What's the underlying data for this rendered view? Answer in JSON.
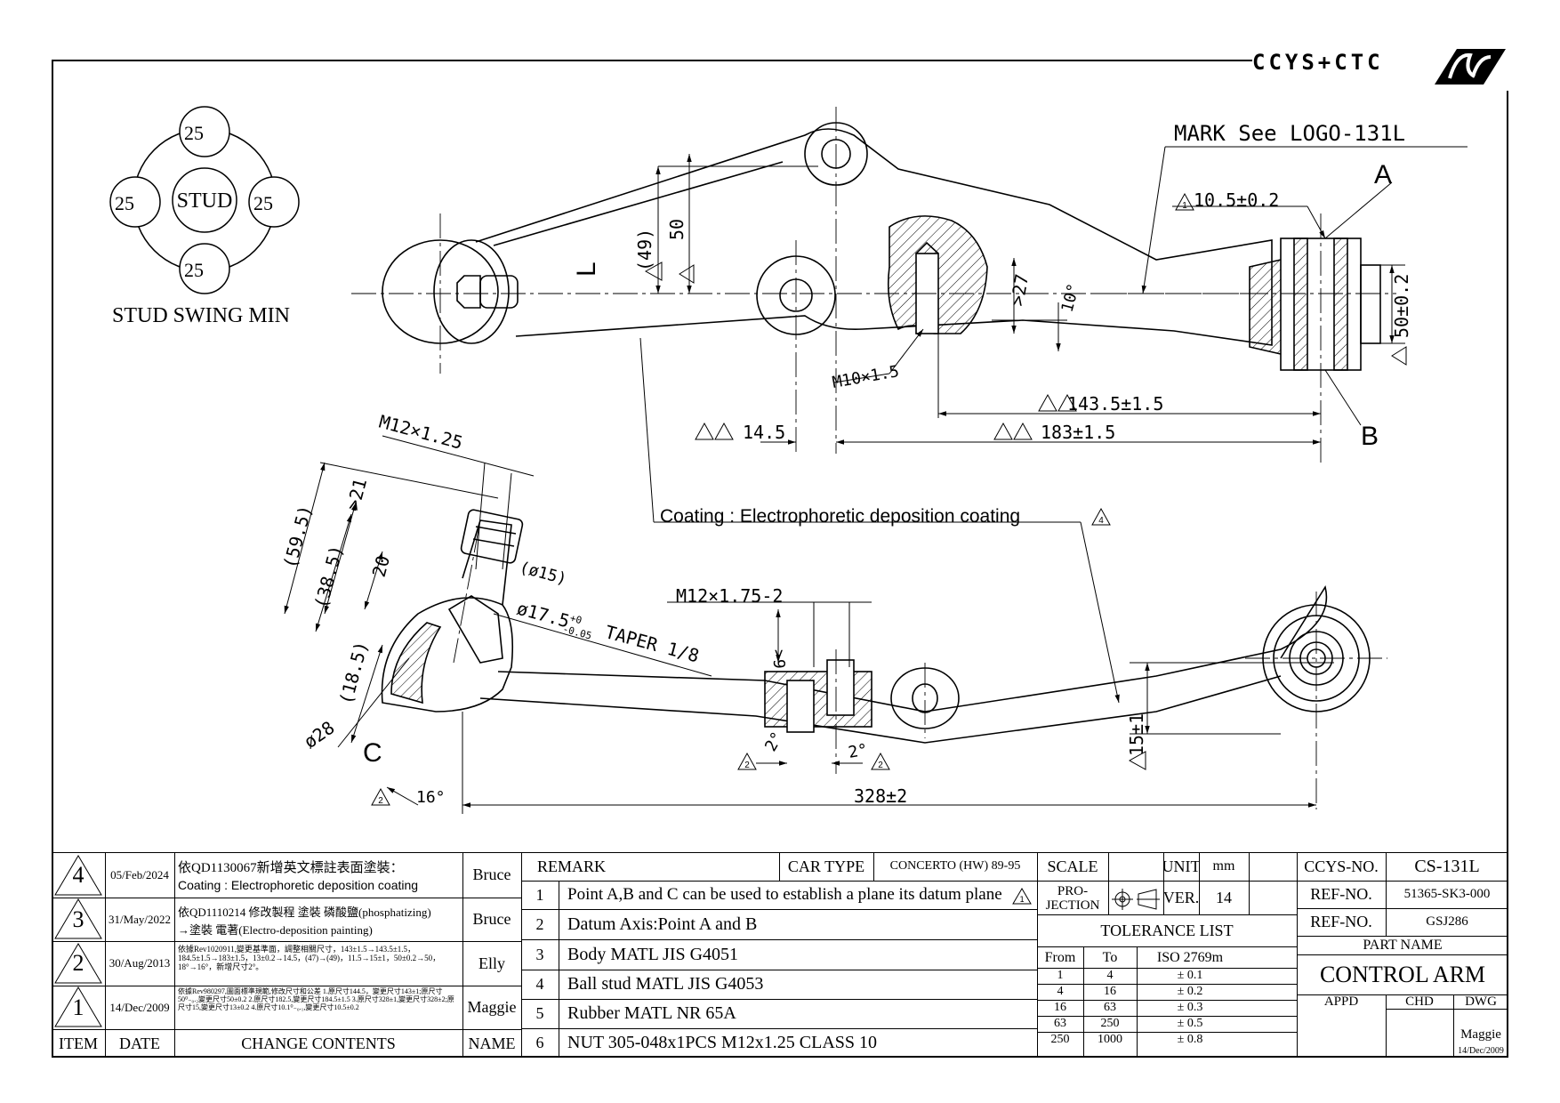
{
  "brand": {
    "logo_text": "CCYS+CTC"
  },
  "drawing": {
    "stud_swing": {
      "center": "STUD",
      "angles": [
        "25",
        "25",
        "25",
        "25"
      ],
      "title": "STUD SWING MIN"
    },
    "mark_note": "MARK See LOGO-131L",
    "labels": {
      "A": "A",
      "B": "B",
      "C": "C",
      "L": "L"
    },
    "dims": {
      "d_10_5": "10.5±0.2",
      "d_49": "(49)",
      "d_50": "50",
      "d_27": ">27",
      "d_10deg": "10°",
      "d_m10": "M10×1.5",
      "d_143": "143.5±1.5",
      "d_183": "183±1.5",
      "d_14_5": "14.5",
      "d_50_02": "50±0.2",
      "d_m12_125": "M12×1.25",
      "d_59_5": "(59.5)",
      "d_38_5": "(38.5)",
      "d_21": ">21",
      "d_20": "20",
      "d_phi15": "(ø15)",
      "d_phi17": "ø17.5",
      "d_phi17_tol_up": "+0",
      "d_phi17_tol_dn": "-0.05",
      "d_taper": "TAPER 1/8",
      "d_18_5": "(18.5)",
      "d_phi28": "ø28",
      "d_16deg": "16°",
      "d_m12_175": "M12×1.75-2",
      "d_9": ">9",
      "d_2deg_a": "2°",
      "d_2deg_b": "2°",
      "d_15": "15±1",
      "d_328": "328±2"
    },
    "coating_note": "Coating : Electrophoretic deposition coating",
    "rev_markers": {
      "r1": "1",
      "r2": "2",
      "r4": "4"
    }
  },
  "revisions": [
    {
      "item": "4",
      "date": "05/Feb/2024",
      "change_line1": "依QD1130067新增英文標註表面塗裝：",
      "change_line2": "Coating : Electrophoretic deposition coating",
      "name": "Bruce"
    },
    {
      "item": "3",
      "date": "31/May/2022",
      "change_line1": "依QD1110214 修改製程 塗裝 磷酸鹽(phosphatizing)",
      "change_line2": "→塗裝 電著(Electro-deposition painting)",
      "name": "Bruce"
    },
    {
      "item": "2",
      "date": "30/Aug/2013",
      "change_line1": "依據Rev1020911,變更基準面，調整相關尺寸，143±1.5→143.5±1.5，184.5±1.5→183±1.5，13±0.2→14.5，(47)→(49)，11.5→15±1，50±0.2→50，18°→16°，新增尺寸2°。",
      "change_line2": "",
      "name": "Elly"
    },
    {
      "item": "1",
      "date": "14/Dec/2009",
      "change_line1": "依據Rev980297,圖面標準規範,修改尺寸和公差 1.原尺寸144.5，變更尺寸143±1;原尺寸50⁰₋₀.₂變更尺寸50±0.2 2.原尺寸182.5,變更尺寸184.5±1.5 3.原尺寸328±1,變更尺寸328±2;原尺寸15,變更尺寸13±0.2 4.原尺寸10.1⁰₋₀.₁,變更尺寸10.5±0.2",
      "change_line2": "",
      "name": "Maggie"
    }
  ],
  "revision_headers": {
    "item": "ITEM",
    "date": "DATE",
    "change": "CHANGE CONTENTS",
    "name": "NAME"
  },
  "remarks": {
    "header": "REMARK",
    "car_type_label": "CAR TYPE",
    "car_type_value": "CONCERTO (HW) 89-95",
    "rows": [
      {
        "no": "1",
        "text": "Point A,B and C can be used to establish a plane its datum plane"
      },
      {
        "no": "2",
        "text": "Datum Axis:Point A and B"
      },
      {
        "no": "3",
        "text": "Body MATL JIS G4051"
      },
      {
        "no": "4",
        "text": "Ball stud MATL JIS G4053"
      },
      {
        "no": "5",
        "text": "Rubber MATL NR 65A"
      },
      {
        "no": "6",
        "text": "NUT 305-048x1PCS M12x1.25 CLASS 10"
      }
    ]
  },
  "specs": {
    "scale_label": "SCALE",
    "scale_value": "",
    "unit_label": "UNIT",
    "unit_value": "mm",
    "projection_label_1": "PRO-",
    "projection_label_2": "JECTION",
    "ver_label": "VER.",
    "ver_value": "14",
    "tolerance_title": "TOLERANCE LIST",
    "tolerance_headers": {
      "from": "From",
      "to": "To",
      "iso": "ISO 2769m"
    },
    "tolerances": [
      {
        "from": "1",
        "to": "4",
        "tol": "± 0.1"
      },
      {
        "from": "4",
        "to": "16",
        "tol": "± 0.2"
      },
      {
        "from": "16",
        "to": "63",
        "tol": "± 0.3"
      },
      {
        "from": "63",
        "to": "250",
        "tol": "± 0.5"
      },
      {
        "from": "250",
        "to": "1000",
        "tol": "± 0.8"
      }
    ]
  },
  "part": {
    "ccys_label": "CCYS-NO.",
    "ccys_value": "CS-131L",
    "ref_label_1": "REF-NO.",
    "ref_value_1": "51365-SK3-000",
    "ref_label_2": "REF-NO.",
    "ref_value_2": "GSJ286",
    "name_label": "PART NAME",
    "name_value": "CONTROL ARM",
    "appd_label": "APPD",
    "chd_label": "CHD",
    "dwg_label": "DWG",
    "dwg_name": "Maggie",
    "dwg_date": "14/Dec/2009"
  }
}
